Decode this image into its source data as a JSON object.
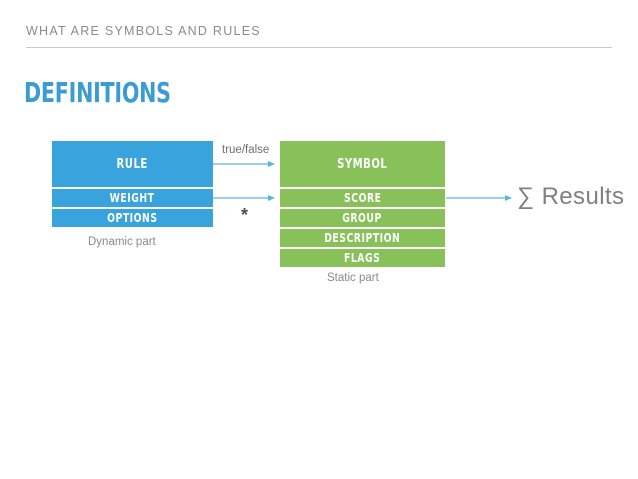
{
  "slide": {
    "eyebrow": "WHAT ARE SYMBOLS AND RULES",
    "title": "DEFINITIONS"
  },
  "colors": {
    "blue": "#38a3dc",
    "green": "#88c159",
    "title_blue": "#3b9cd4",
    "caption_gray": "#8a8a8a",
    "rule_gray": "#c9c9c9",
    "arrow_blue": "#5cb3e0",
    "results_gray": "#808080"
  },
  "diagram": {
    "dynamic_part": {
      "caption": "Dynamic part",
      "blocks": [
        {
          "label": "RULE"
        },
        {
          "label": "WEIGHT"
        },
        {
          "label": "OPTIONS"
        }
      ]
    },
    "static_part": {
      "caption": "Static part",
      "blocks": [
        {
          "label": "SYMBOL"
        },
        {
          "label": "SCORE"
        },
        {
          "label": "GROUP"
        },
        {
          "label": "DESCRIPTION"
        },
        {
          "label": "FLAGS"
        }
      ]
    },
    "connectors": {
      "rule_to_symbol_label": "true/false",
      "weight_to_score_label": "*"
    },
    "results": {
      "label": "∑ Results"
    }
  }
}
